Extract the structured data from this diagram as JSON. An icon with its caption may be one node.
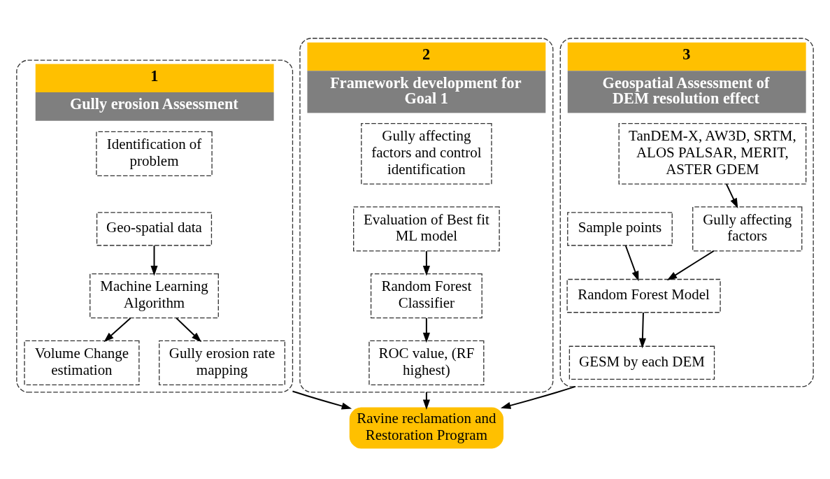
{
  "diagram": {
    "nodes": [
      {
        "text": [
          "1",
          "Gully erosion Assessment"
        ]
      },
      {
        "text": [
          "Identification of problem"
        ],
        "in": 0
      },
      {
        "text": [
          "Geo-spatial data"
        ],
        "in": 0
      },
      {
        "text": [
          "Machine Learning Algorithm"
        ],
        "in": 0
      },
      {
        "text": [
          "Volume Change estimation"
        ],
        "in": 0
      },
      {
        "text": [
          "Gully erosion rate mapping"
        ],
        "in": 0
      },
      {
        "text": [
          "2",
          "Framework development for Goal 1"
        ]
      },
      {
        "text": [
          "Gully affecting factors and control identification"
        ],
        "in": 6
      },
      {
        "text": [
          "Evaluation of Best fit ML model"
        ],
        "in": 6
      },
      {
        "text": [
          "Random Forest Classifier"
        ],
        "in": 6
      },
      {
        "text": [
          "ROC value, (RF highest)"
        ],
        "in": 6
      },
      {
        "text": [
          "3",
          "Geospatial Assessment of DEM resolution effect"
        ]
      },
      {
        "text": [
          "TanDEM-X, AW3D, SRTM, ALOS PALSAR, MERIT, ASTER GDEM"
        ],
        "in": 11
      },
      {
        "text": [
          "Gully affecting factors"
        ],
        "in": 11
      },
      {
        "text": [
          "Sample points"
        ],
        "in": 11
      },
      {
        "text": [
          "Random Forest Model"
        ],
        "in": 11
      },
      {
        "text": [
          "GESM by each DEM"
        ],
        "in": 11
      },
      {
        "text": [
          "Ravine reclamation and Restoration Program"
        ]
      }
    ],
    "edges": [
      {
        "from": 2,
        "to": 3,
        "arrow": "to"
      },
      {
        "from": 3,
        "to": 4,
        "arrow": "to"
      },
      {
        "from": 3,
        "to": 5,
        "arrow": "to"
      },
      {
        "from": 8,
        "to": 9,
        "arrow": "to"
      },
      {
        "from": 9,
        "to": 10,
        "arrow": "to"
      },
      {
        "from": 12,
        "to": 13,
        "arrow": "to"
      },
      {
        "from": 13,
        "to": 15,
        "arrow": "to"
      },
      {
        "from": 14,
        "to": 15,
        "arrow": "to"
      },
      {
        "from": 15,
        "to": 16,
        "arrow": "to"
      },
      {
        "from": 0,
        "to": 17,
        "arrow": "to"
      },
      {
        "from": 6,
        "to": 17,
        "arrow": "to"
      },
      {
        "from": 11,
        "to": 17,
        "arrow": "to"
      }
    ]
  }
}
